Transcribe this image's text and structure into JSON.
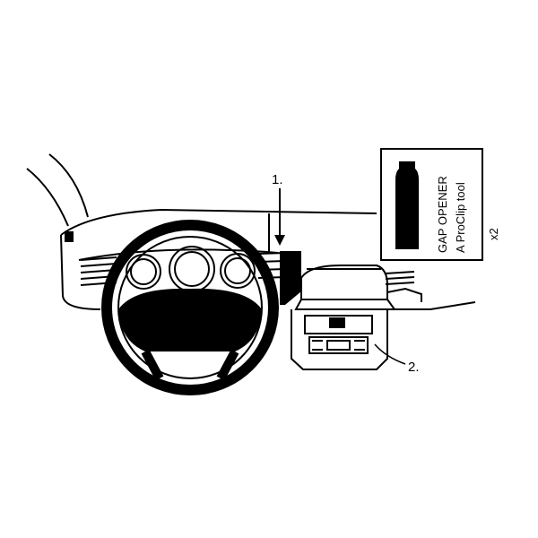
{
  "callouts": {
    "one": "1.",
    "two": "2."
  },
  "tool_box": {
    "title": "GAP OPENER",
    "subtitle": "A ProClip tool",
    "quantity": "x2"
  },
  "colors": {
    "ink": "#000000",
    "background": "#ffffff"
  }
}
